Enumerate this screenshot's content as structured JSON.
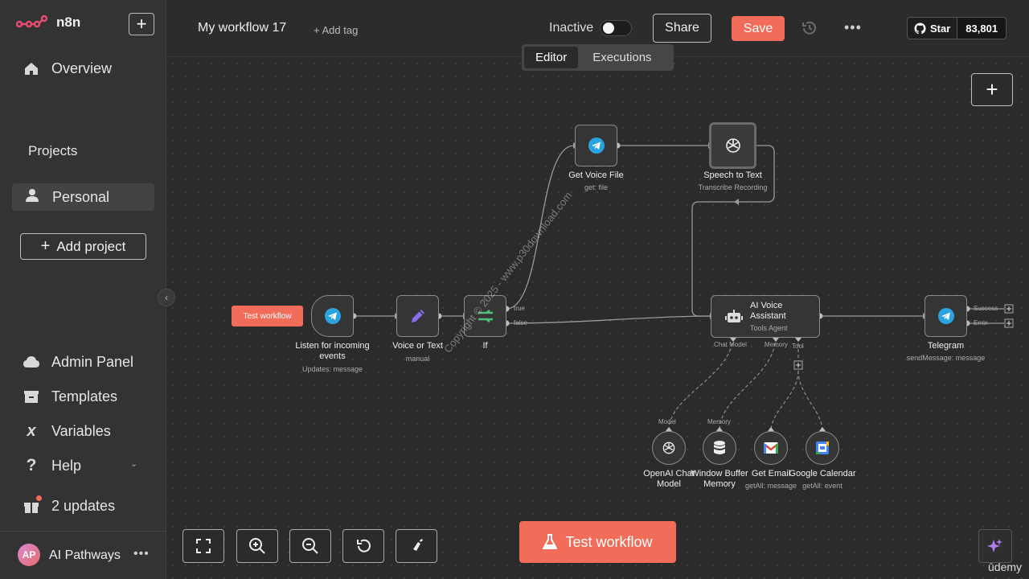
{
  "brand": {
    "name": "n8n",
    "accent": "#f16d5a"
  },
  "sidebar": {
    "overview": "Overview",
    "projects_title": "Projects",
    "personal": "Personal",
    "add_project": "Add project",
    "items": [
      {
        "label": "Admin Panel",
        "icon": "cloud-icon"
      },
      {
        "label": "Templates",
        "icon": "box-icon"
      },
      {
        "label": "Variables",
        "icon": "variables-icon"
      },
      {
        "label": "Help",
        "icon": "help-icon"
      },
      {
        "label": "2 updates",
        "icon": "gift-icon"
      }
    ],
    "user": {
      "initials": "AP",
      "name": "AI Pathways"
    }
  },
  "header": {
    "workflow_name": "My workflow 17",
    "add_tag": "+ Add tag",
    "status": "Inactive",
    "share": "Share",
    "save": "Save",
    "github": {
      "star": "Star",
      "count": "83,801"
    },
    "tabs": [
      "Editor",
      "Executions"
    ]
  },
  "canvas": {
    "test_pill": "Test workflow",
    "nodes": {
      "trigger": {
        "label": "Listen for incoming events",
        "sub": "Updates: message"
      },
      "voice_or_text": {
        "label": "Voice or Text",
        "sub": "manual"
      },
      "if": {
        "label": "If",
        "true": "true",
        "false": "false"
      },
      "get_voice": {
        "label": "Get Voice File",
        "sub": "get: file"
      },
      "speech": {
        "label": "Speech to Text",
        "sub": "Transcribe Recording"
      },
      "agent": {
        "label": "AI Voice Assistant",
        "sub": "Tools Agent",
        "ports": [
          "Chat Model",
          "Memory",
          "Tool"
        ]
      },
      "telegram": {
        "label": "Telegram",
        "sub": "sendMessage: message",
        "success": "Success",
        "error": "Error"
      },
      "openai": {
        "label": "OpenAI Chat Model",
        "port": "Model"
      },
      "memory": {
        "label": "Window Buffer Memory",
        "port": "Memory"
      },
      "email": {
        "label": "Get Email",
        "sub": "getAll: message"
      },
      "calendar": {
        "label": "Google Calendar",
        "sub": "getAll: event"
      }
    },
    "watermark": "Copyright © 2025 - www.p30download.com",
    "test_button": "Test workflow",
    "udemy": "ūdemy"
  }
}
